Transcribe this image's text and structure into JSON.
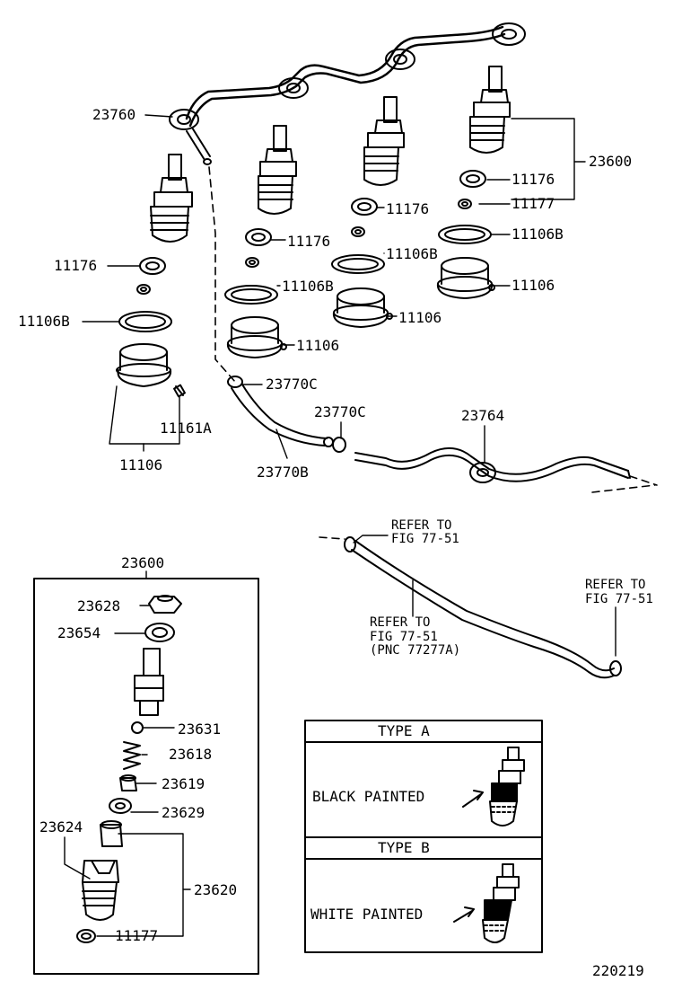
{
  "labels": {
    "p23760": "23760",
    "p23600_top": "23600",
    "p11176_a": "11176",
    "p11177_a": "11177",
    "p11176_b": "11176",
    "p11106b_a": "11106B",
    "p11106_a": "11106",
    "p11176_c": "11176",
    "p11106b_b": "11106B",
    "p11106_b": "11106",
    "p11106b_c": "11106B",
    "p11106_c": "11106",
    "p11176_d": "11176",
    "p11106b_d": "11106B",
    "p23770c_a": "23770C",
    "p11161a": "11161A",
    "p11106_d": "11106",
    "p23770c_b": "23770C",
    "p23764": "23764",
    "p23770b": "23770B",
    "p23600_box": "23600",
    "p23628": "23628",
    "p23654": "23654",
    "p23631": "23631",
    "p23618": "23618",
    "p23619": "23619",
    "p23629": "23629",
    "p23624": "23624",
    "p23620": "23620",
    "p11177_b": "11177"
  },
  "references": {
    "ref1_line1": "REFER TO",
    "ref1_line2": "FIG 77-51",
    "ref2_line1": "REFER TO",
    "ref2_line2": "FIG 77-51",
    "ref3_line1": "REFER TO",
    "ref3_line2": "FIG 77-51",
    "ref3_line3": "(PNC 77277A)"
  },
  "types": {
    "type_a_title": "TYPE A",
    "type_a_desc": "BLACK PAINTED",
    "type_b_title": "TYPE B",
    "type_b_desc": "WHITE PAINTED"
  },
  "diagram_id": "220219"
}
